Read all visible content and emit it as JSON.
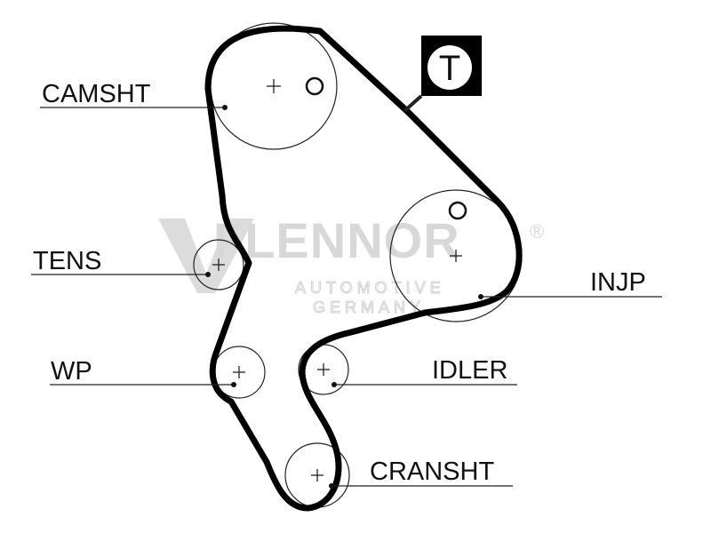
{
  "watermark": {
    "brand": "FLENNOR",
    "registered": "®",
    "line1": "AUTOMOTIVE",
    "line2": "GERMANY"
  },
  "badge": {
    "letter": "T"
  },
  "labels": {
    "camshaft": "CAMSHT",
    "tensioner": "TENS",
    "injection_pump": "INJP",
    "water_pump": "WP",
    "idler": "IDLER",
    "crankshaft": "CRANSHT"
  }
}
